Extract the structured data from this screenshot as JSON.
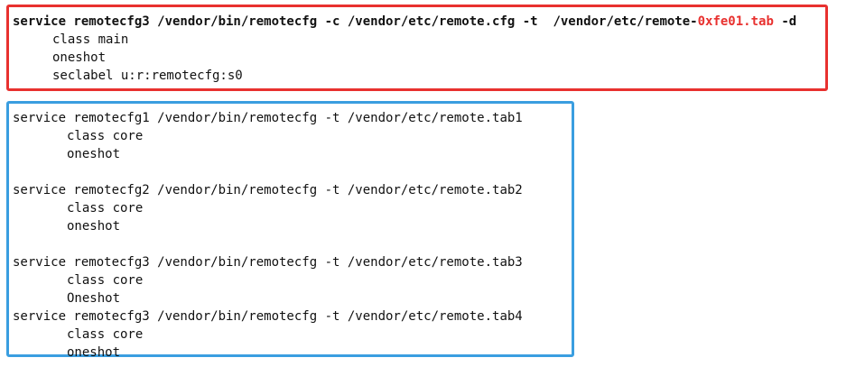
{
  "highlight_color": "#e8312f",
  "red_block": {
    "line1_pre": "service remotecfg3 /vendor/bin/remotecfg -c /vendor/etc/remote.cfg -t  /vendor/etc/remote-",
    "line1_highlight": "0xfe01.tab",
    "line1_post": " -d",
    "lines": [
      "class main",
      "oneshot",
      "seclabel u:r:remotecfg:s0"
    ]
  },
  "blue_block": {
    "services": [
      {
        "header": "service remotecfg1 /vendor/bin/remotecfg -t /vendor/etc/remote.tab1",
        "class": "class core",
        "opt": "oneshot"
      },
      {
        "header": "service remotecfg2 /vendor/bin/remotecfg -t /vendor/etc/remote.tab2",
        "class": "class core",
        "opt": "oneshot"
      },
      {
        "header": "service remotecfg3 /vendor/bin/remotecfg -t /vendor/etc/remote.tab3",
        "class": "class core",
        "opt": "Oneshot"
      },
      {
        "header": "service remotecfg3 /vendor/bin/remotecfg -t /vendor/etc/remote.tab4",
        "class": "class core",
        "opt": "oneshot"
      }
    ]
  }
}
